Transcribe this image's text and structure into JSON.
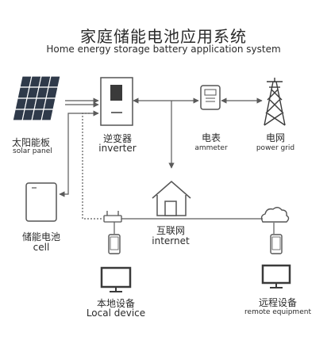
{
  "title": {
    "zh": "家庭储能电池应用系统",
    "en": "Home energy storage battery application system"
  },
  "nodes": {
    "solar_panel": {
      "zh": "太阳能板",
      "en": "solar panel"
    },
    "inverter": {
      "zh": "逆变器",
      "en": "inverter"
    },
    "ammeter": {
      "zh": "电表",
      "en": "ammeter"
    },
    "power_grid": {
      "zh": "电网",
      "en": "power grid"
    },
    "cell": {
      "zh": "储能电池",
      "en": "cell"
    },
    "internet": {
      "zh": "互联网",
      "en": "internet"
    },
    "local_device": {
      "zh": "本地设备",
      "en": "Local device"
    },
    "remote_equipment": {
      "zh": "远程设备",
      "en": "remote equipment"
    }
  },
  "colors": {
    "line": "#5a5a5a",
    "device_fill": "#ffffff",
    "device_stroke": "#555555",
    "dark": "#3a3a3a",
    "solar": "#2f3a4a"
  }
}
